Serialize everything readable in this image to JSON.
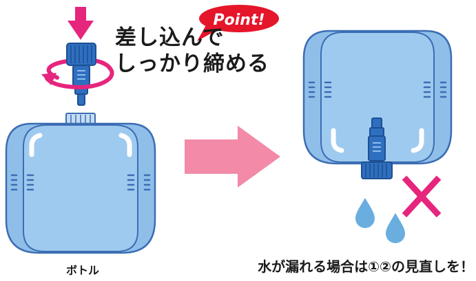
{
  "point_badge": {
    "label": "Point!",
    "color": "#e5152a"
  },
  "instruction": {
    "line1": "差し込んで",
    "line2": "しっかり締める"
  },
  "bottle_caption": "ボトル",
  "leak_caption": "水が漏れる場合は①②の見直しを！",
  "colors": {
    "bottle_fill": "#8fbfe9",
    "bottle_outline": "#3b6db3",
    "filter_blue": "#2f6fbf",
    "arrow_pink": "#f28aa8",
    "magenta": "#e6257d",
    "water_drop": "#6aaee0"
  },
  "icons": {
    "push_arrow": "arrow-down-icon",
    "rotate": "rotate-icon",
    "transition_arrow": "arrow-right-icon",
    "error_mark": "cross-icon",
    "water_drops": "water-drop-icon"
  }
}
